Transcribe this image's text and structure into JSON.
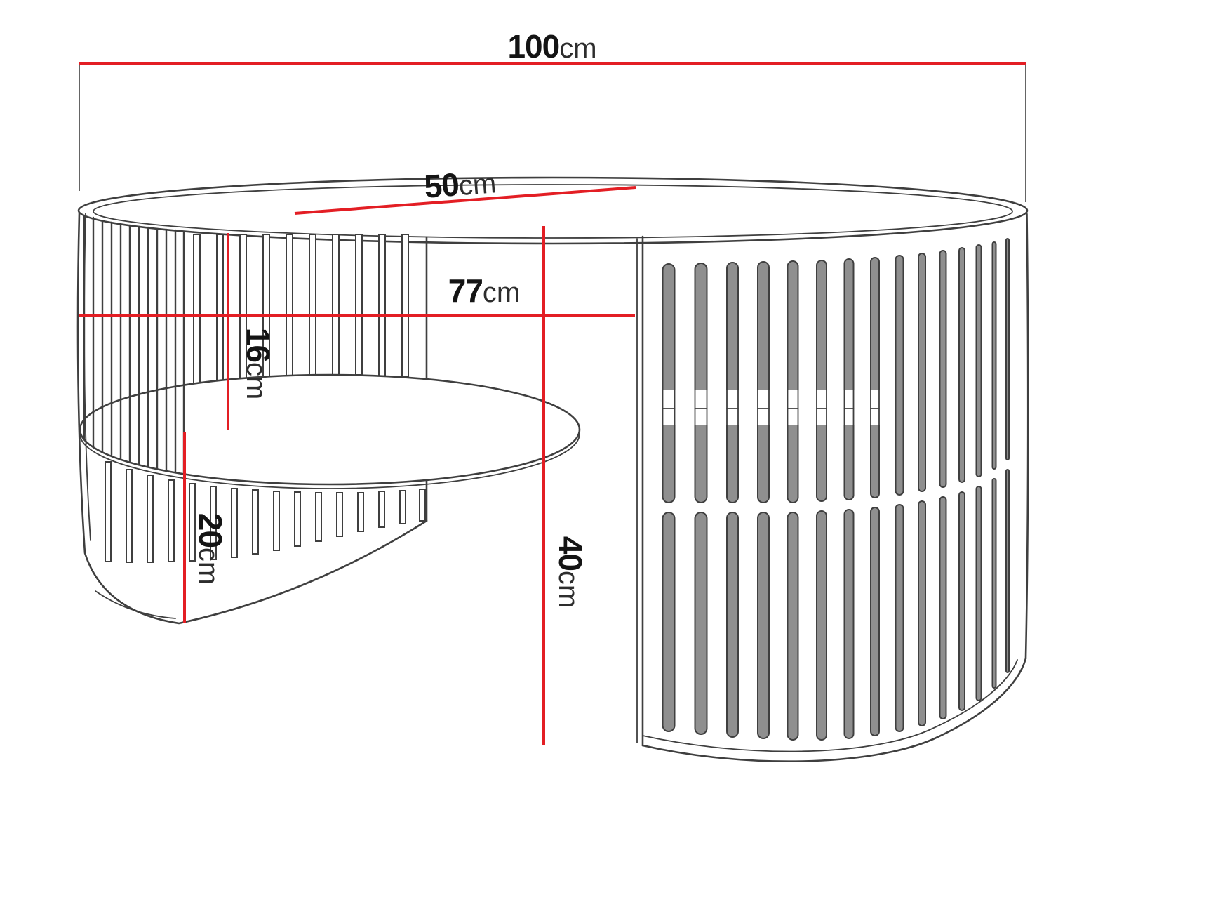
{
  "colors": {
    "dimension-red": "#e31e24",
    "line-dark": "#3f3f3f",
    "slot-gray": "#8f8f8f",
    "background": "#ffffff"
  },
  "diagram": {
    "dimensions": {
      "width": {
        "value": "100",
        "unit": "cm"
      },
      "depth": {
        "value": "50",
        "unit": "cm"
      },
      "inner_width": {
        "value": "77",
        "unit": "cm"
      },
      "top_to_shelf": {
        "value": "16",
        "unit": "cm"
      },
      "base_height": {
        "value": "20",
        "unit": "cm"
      },
      "height": {
        "value": "40",
        "unit": "cm"
      }
    }
  }
}
